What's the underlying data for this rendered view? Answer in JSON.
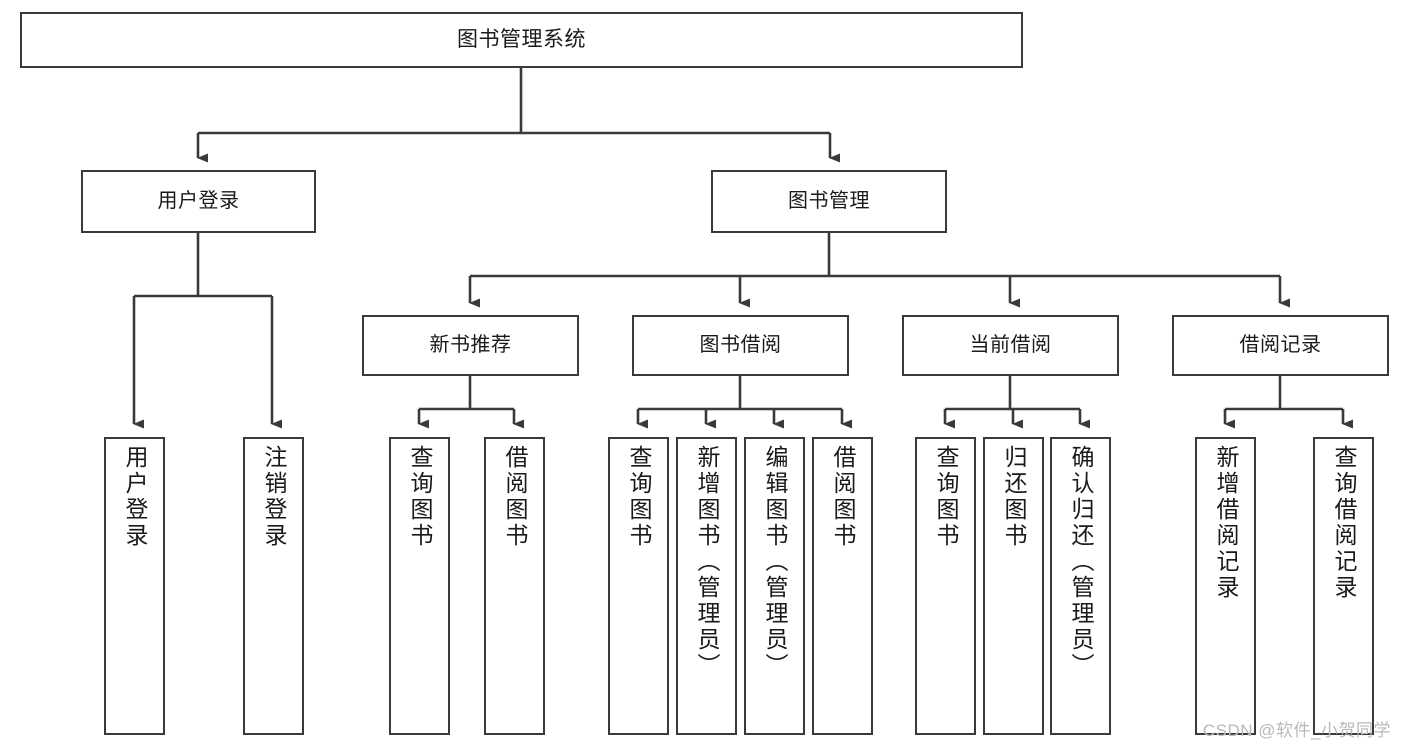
{
  "diagram": {
    "type": "tree",
    "title": "图书管理系统",
    "orientation": "top-down",
    "colors": {
      "box_border": "#3a3a3a",
      "box_fill": "#ffffff",
      "connector": "#3a3a3a",
      "text": "#1a1a1a",
      "watermark": "#b9b9b9",
      "background": "#ffffff"
    },
    "root": {
      "label": "图书管理系统"
    },
    "level1": [
      {
        "label": "用户登录"
      },
      {
        "label": "图书管理"
      }
    ],
    "level2": [
      {
        "label": "新书推荐"
      },
      {
        "label": "图书借阅"
      },
      {
        "label": "当前借阅"
      },
      {
        "label": "借阅记录"
      }
    ],
    "leaves": [
      {
        "label": "用户登录",
        "parent": "用户登录"
      },
      {
        "label": "注销登录",
        "parent": "用户登录"
      },
      {
        "label": "查询图书",
        "parent": "新书推荐"
      },
      {
        "label": "借阅图书",
        "parent": "新书推荐"
      },
      {
        "label": "查询图书",
        "parent": "图书借阅"
      },
      {
        "label": "新增图书（管理员）",
        "parent": "图书借阅"
      },
      {
        "label": "编辑图书（管理员）",
        "parent": "图书借阅"
      },
      {
        "label": "借阅图书",
        "parent": "图书借阅"
      },
      {
        "label": "查询图书",
        "parent": "当前借阅"
      },
      {
        "label": "归还图书",
        "parent": "当前借阅"
      },
      {
        "label": "确认归还（管理员）",
        "parent": "当前借阅"
      },
      {
        "label": "新增借阅记录",
        "parent": "借阅记录"
      },
      {
        "label": "查询借阅记录",
        "parent": "借阅记录"
      }
    ]
  },
  "watermark": {
    "text": "CSDN @软件_小贺同学"
  }
}
